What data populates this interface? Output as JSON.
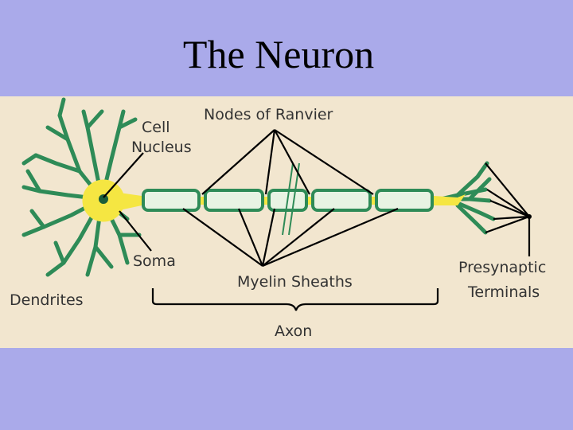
{
  "slide": {
    "title": "The Neuron"
  },
  "diagram": {
    "labels": {
      "cell_nucleus_line1": "Cell",
      "cell_nucleus_line2": "Nucleus",
      "nodes_of_ranvier": "Nodes of Ranvier",
      "soma": "Soma",
      "dendrites": "Dendrites",
      "myelin_sheaths": "Myelin Sheaths",
      "axon": "Axon",
      "presynaptic_line1": "Presynaptic",
      "presynaptic_line2": "Terminals"
    },
    "colors": {
      "background": "#aaaaea",
      "panel": "#f2e6cf",
      "dendrite_green": "#2e8b57",
      "soma_yellow": "#f5e642",
      "sheath_fill": "#e8f3e3",
      "line": "#000000"
    }
  }
}
